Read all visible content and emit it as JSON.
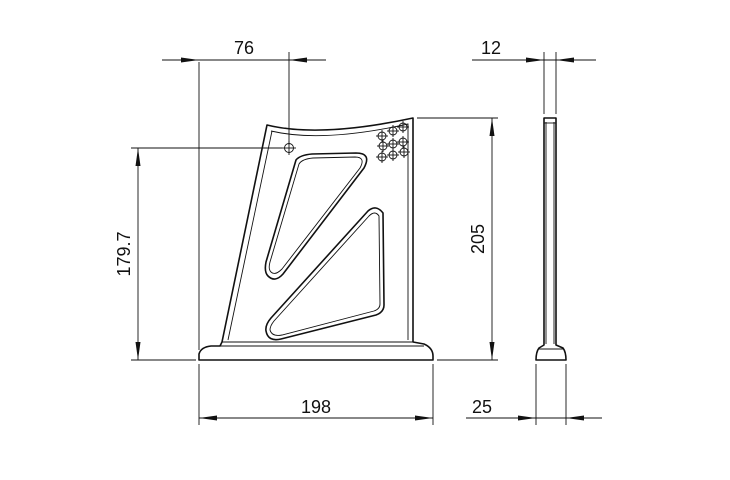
{
  "drawing": {
    "dimensions": {
      "top_offset": "76",
      "thickness": "12",
      "height_left": "179.7",
      "height_right": "205",
      "base_width": "198",
      "base_thickness": "25"
    }
  }
}
